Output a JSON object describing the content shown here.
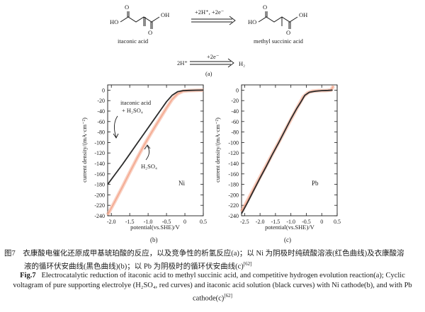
{
  "reactions": {
    "top": {
      "reactant_label": "itaconic acid",
      "conditions": "+2H⁺, +2e⁻",
      "product_label": "methyl succinic  acid",
      "reactant_groups": [
        "O",
        "HO",
        "O",
        "OH"
      ],
      "product_groups": [
        "O",
        "HO",
        "O",
        "OH"
      ]
    },
    "bottom": {
      "reactant": "2H⁺",
      "conditions": "+2e⁻",
      "product": "H₂"
    },
    "panel_label": "(a)"
  },
  "panels": [
    {
      "panel_label": "(b)",
      "electrode_label": "Ni"
    },
    {
      "panel_label": "(c)",
      "electrode_label": "Pb"
    }
  ],
  "annotations": {
    "itaconic_line1": "itaconic  acid",
    "itaconic_line2": "+ H₂SO₄",
    "h2so4": "H₂SO₄"
  },
  "chart_data": [
    {
      "type": "line",
      "xlabel": "potential(vs.SHE)/V",
      "ylabel": "current  density/(mA·cm⁻²)",
      "xlim": [
        -2.1,
        0.5
      ],
      "ylim": [
        -240,
        10
      ],
      "xticks": [
        -2.0,
        -1.5,
        -1.0,
        -0.5,
        0,
        0.5
      ],
      "xtick_labels": [
        "-2.0",
        "-1.5",
        "-1.0",
        "-0.5",
        "0",
        "0.5"
      ],
      "yticks": [
        0,
        -20,
        -40,
        -60,
        -80,
        -100,
        -120,
        -140,
        -160,
        -180,
        -200,
        -220,
        -240
      ],
      "series": [
        {
          "color": "#f4a98f",
          "x": [
            -2.1,
            -1.9,
            -1.7,
            -1.5,
            -1.3,
            -1.1,
            -0.9,
            -0.7,
            -0.5,
            -0.35,
            -0.2,
            -0.05,
            0.1,
            0.3,
            0.5
          ],
          "y": [
            -238,
            -212,
            -185,
            -157,
            -130,
            -104,
            -80,
            -57,
            -34,
            -18,
            -7,
            -2,
            -1,
            -0.5,
            0
          ]
        },
        {
          "color": "#2b2b2b",
          "x": [
            -2.1,
            -1.9,
            -1.7,
            -1.5,
            -1.3,
            -1.1,
            -0.9,
            -0.7,
            -0.5,
            -0.35,
            -0.2,
            -0.05,
            0.1,
            0.3,
            0.5
          ],
          "y": [
            -180,
            -161,
            -142,
            -122,
            -102,
            -82,
            -62,
            -42,
            -22,
            -10,
            -3,
            -1,
            -0.5,
            -0.2,
            0
          ]
        }
      ]
    },
    {
      "type": "line",
      "xlabel": "potential(vs.SHE)/V",
      "ylabel": "current  density/(mA·cm⁻²)",
      "xlim": [
        -2.6,
        0.5
      ],
      "ylim": [
        -240,
        10
      ],
      "xticks": [
        -2.5,
        -2.0,
        -1.5,
        -1.0,
        -0.5,
        0,
        0.5
      ],
      "xtick_labels": [
        "-2.5",
        "-2.0",
        "-1.5",
        "-1.0",
        "-0.5",
        "0",
        "0.5"
      ],
      "yticks": [
        0,
        -20,
        -40,
        -60,
        -80,
        -100,
        -120,
        -140,
        -160,
        -180,
        -200,
        -220,
        -240
      ],
      "series": [
        {
          "color": "#f4a98f",
          "x": [
            -2.6,
            -2.4,
            -2.2,
            -2.0,
            -1.8,
            -1.6,
            -1.4,
            -1.2,
            -1.0,
            -0.8,
            -0.6,
            -0.45,
            -0.3,
            -0.1,
            0.1,
            0.3,
            0.38
          ],
          "y": [
            -232,
            -210,
            -188,
            -166,
            -144,
            -122,
            -100,
            -78,
            -56,
            -34,
            -13,
            -5,
            -2,
            -1,
            -1,
            0,
            8
          ]
        },
        {
          "color": "#2b2b2b",
          "x": [
            -2.6,
            -2.4,
            -2.2,
            -2.0,
            -1.8,
            -1.6,
            -1.4,
            -1.2,
            -1.0,
            -0.8,
            -0.7,
            -0.55,
            -0.4,
            -0.2,
            0,
            0.2,
            0.35
          ],
          "y": [
            -236,
            -214,
            -191,
            -168,
            -146,
            -123,
            -101,
            -78,
            -55,
            -34,
            -25,
            -10,
            -4,
            -2,
            -1,
            -0.5,
            0
          ]
        }
      ]
    }
  ],
  "caption": {
    "zh_line1": "图7　衣康酸电催化还原成甲基琥珀酸的反应，以及竞争性的析氢反应(a)；以 Ni 为阴极时纯硫酸溶液(红色曲线)及衣康酸溶",
    "zh_line2": "液的循环伏安曲线(黑色曲线)(b)；以 Pb 为阴极时的循环伏安曲线(c)",
    "zh_ref": "[62]",
    "en_label": "Fig.7",
    "en_text": "Electrocatalytic reduction of itaconic acid to methyl succinic acid, and competitive hydrogen evolution reaction(a); Cyclic voltagram of pure supporting electrolye (H₂SO₄, red curves) and itaconic acid solution (black curves) with Ni cathode(b), and with Pb cathode(c)",
    "en_ref": "[62]"
  }
}
